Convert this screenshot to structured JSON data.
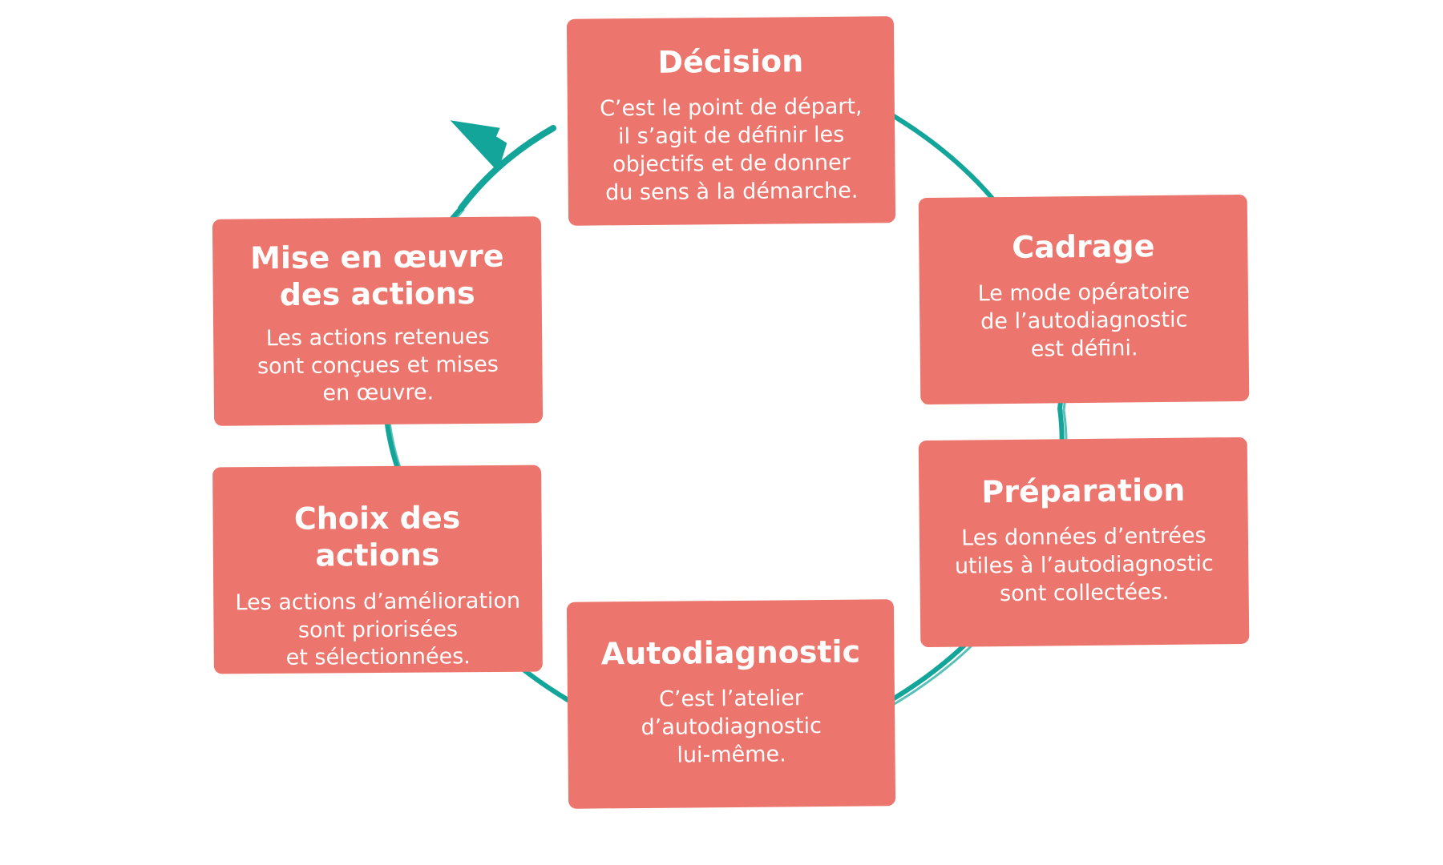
{
  "colors": {
    "card": "#ec766d",
    "ring": "#13a59a",
    "text": "#ffffff"
  },
  "steps": [
    {
      "id": "decision",
      "title": [
        "Décision"
      ],
      "lines": [
        "C’est le point de départ,",
        "il s’agit de définir les",
        "objectifs et de donner",
        "du sens à la démarche."
      ]
    },
    {
      "id": "cadrage",
      "title": [
        "Cadrage"
      ],
      "lines": [
        "Le mode opératoire",
        "de l’autodiagnostic",
        "est défini."
      ]
    },
    {
      "id": "preparation",
      "title": [
        "Préparation"
      ],
      "lines": [
        "Les données d’entrées",
        "utiles à l’autodiagnostic",
        "sont collectées."
      ]
    },
    {
      "id": "autodiagnostic",
      "title": [
        "Autodiagnostic"
      ],
      "lines": [
        "C’est l’atelier",
        "d’autodiagnostic",
        "lui-même."
      ]
    },
    {
      "id": "choix",
      "title": [
        "Choix des actions"
      ],
      "lines": [
        "Les actions d’amélioration",
        "sont priorisées",
        "et sélectionnées."
      ]
    },
    {
      "id": "mise-en-oeuvre",
      "title": [
        "Mise en œuvre",
        "des actions"
      ],
      "lines": [
        "Les actions retenues",
        "sont conçues et mises",
        "en œuvre."
      ]
    }
  ]
}
